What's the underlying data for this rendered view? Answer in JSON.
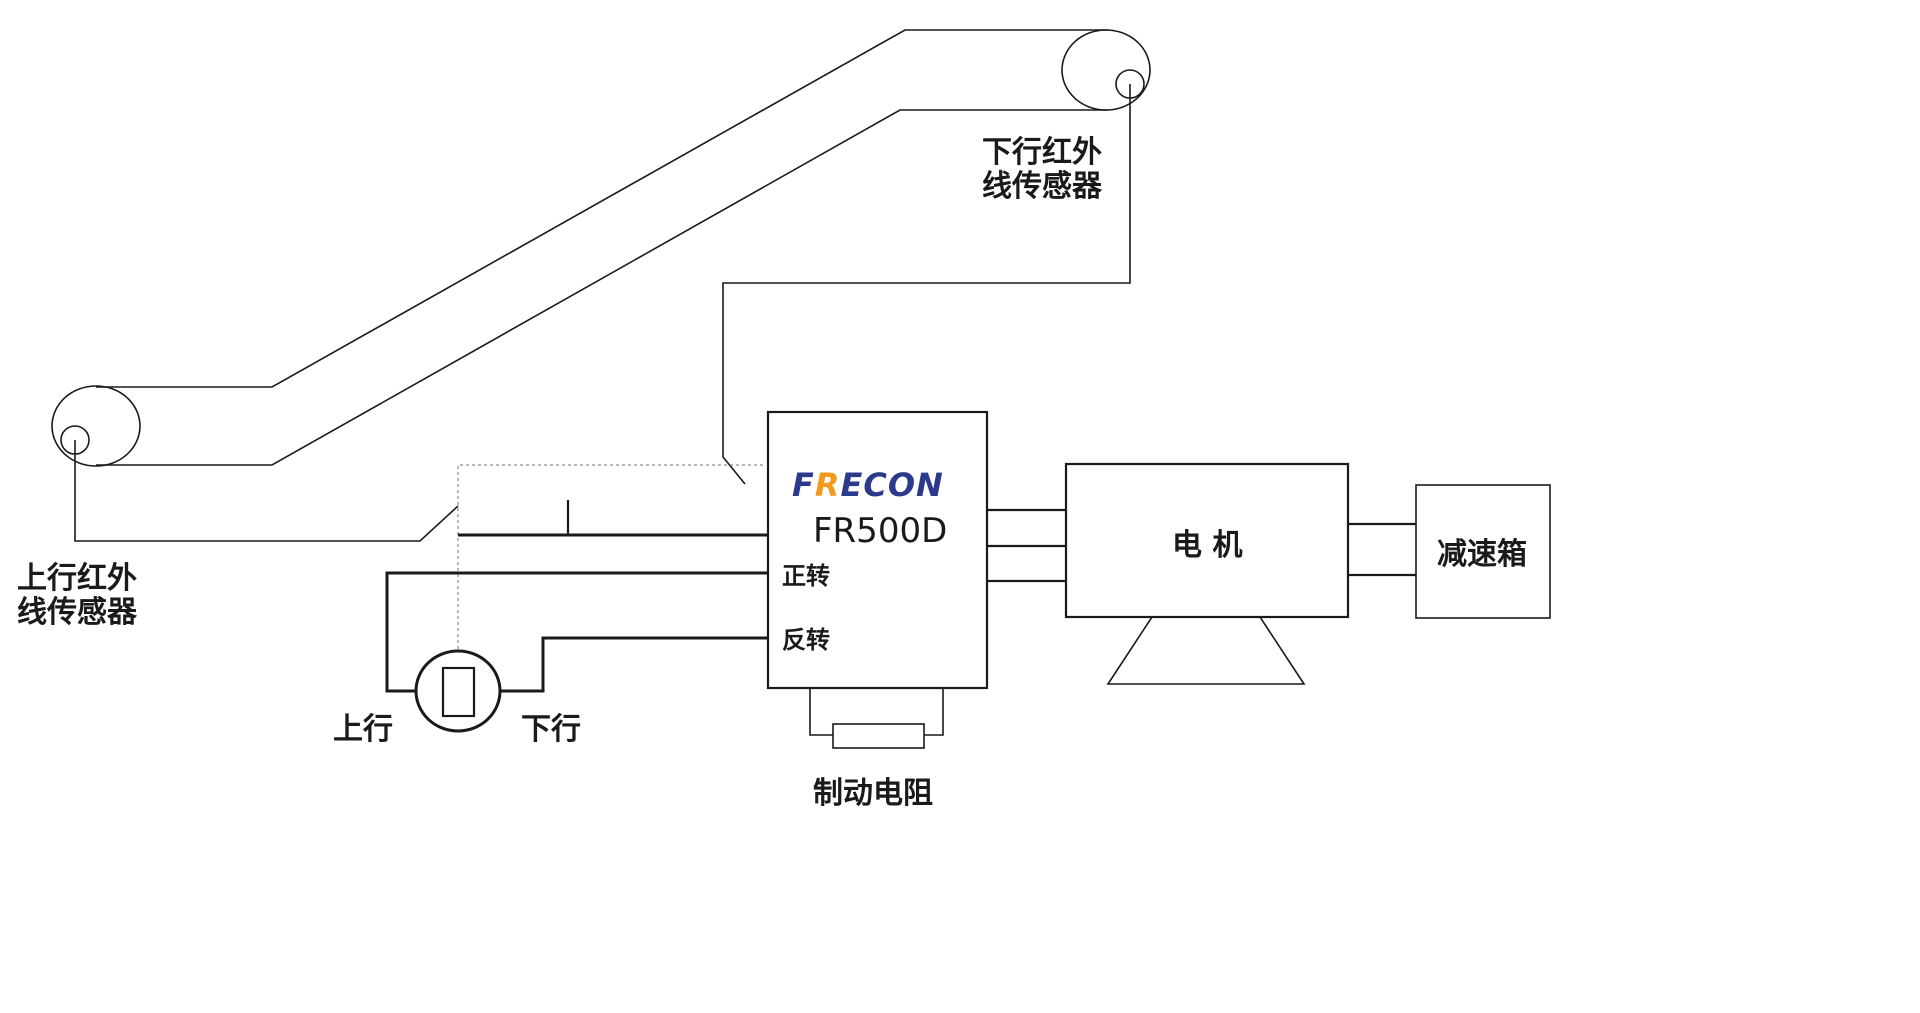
{
  "labels": {
    "down_sensor_line1": "下行红外",
    "down_sensor_line2": "线传感器",
    "up_sensor_line1": "上行红外",
    "up_sensor_line2": "线传感器",
    "switch_up": "上行",
    "switch_down": "下行",
    "forward": "正转",
    "reverse": "反转",
    "motor": "电 机",
    "gearbox": "减速箱",
    "brake_resistor": "制动电阻"
  },
  "inverter": {
    "brand_first": "F",
    "brand_accent": "R",
    "brand_rest": "ECON",
    "model": "FR500D"
  },
  "colors": {
    "brand_blue": "#2b3a8c",
    "brand_orange": "#f39a1e",
    "line": "#1a1a1a"
  }
}
